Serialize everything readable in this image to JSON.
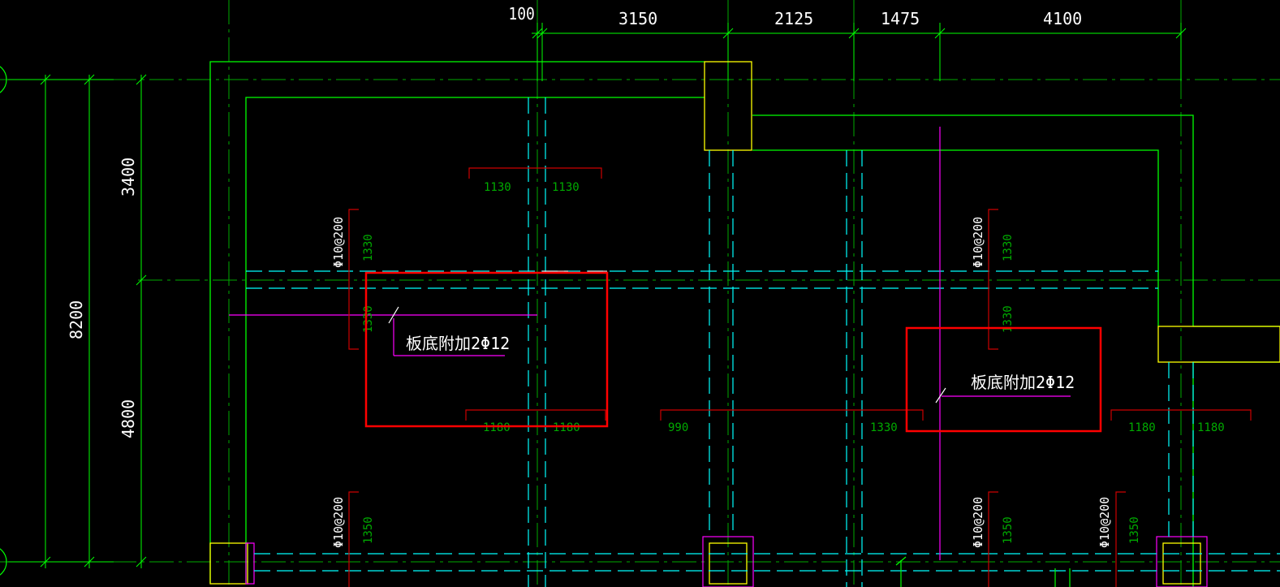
{
  "drawing": {
    "background": "#000000",
    "colors": {
      "dimension": "#00ff00",
      "beam": "#00ff00",
      "column": "#ffff00",
      "column_outline_magenta": "#ff00ff",
      "hidden_beam": "#00ffff",
      "axis": "#00aa00",
      "rebar": "#cc0000",
      "rebar_text": "#00aa00",
      "callout_line": "#ff00ff",
      "callout_text": "#ffffff",
      "highlight_box": "#ff0000",
      "dim_text": "#ffffff"
    },
    "top_dimensions": [
      "100",
      "3150",
      "2125",
      "1475",
      "4100"
    ],
    "left_dimensions": {
      "total": "8200",
      "upper": "3400",
      "lower": "4800"
    },
    "callouts": [
      {
        "text": "板底附加2Φ12"
      },
      {
        "text": "板底附加2Φ12"
      }
    ],
    "rebar_labels": {
      "upper_left_spacing": "Φ10@200",
      "upper_left_len_top": "1330",
      "upper_left_len_bot": "1330",
      "upper_mid_left": "1130",
      "upper_mid_right": "1130",
      "upper_right_spacing": "Φ10@200",
      "upper_right_len_top": "1330",
      "upper_right_len_bot": "1330",
      "mid_a_left": "1180",
      "mid_a_right": "1180",
      "mid_b_left": "990",
      "mid_b_right": "1330",
      "mid_c_left": "1180",
      "mid_c_right": "1180",
      "lower_1_spacing": "Φ10@200",
      "lower_1_len": "1350",
      "lower_2_spacing": "Φ10@200",
      "lower_2_len": "1350",
      "lower_3_spacing": "Φ10@200",
      "lower_3_len": "1350"
    }
  }
}
